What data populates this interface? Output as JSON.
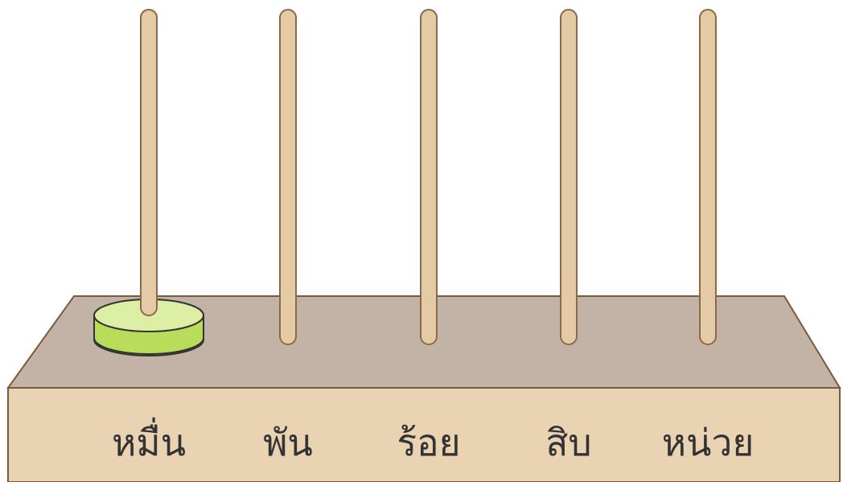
{
  "abacus": {
    "columns": [
      {
        "label": "หมื่น",
        "beads": 1
      },
      {
        "label": "พัน",
        "beads": 0
      },
      {
        "label": "ร้อย",
        "beads": 0
      },
      {
        "label": "สิบ",
        "beads": 0
      },
      {
        "label": "หน่วย",
        "beads": 0
      }
    ]
  },
  "colors": {
    "rod": "#e5cba5",
    "rod_stroke": "#8a6a4a",
    "base_top": "#c3b3a6",
    "base_front": "#e9d3b3",
    "base_outline": "#7a5a3a",
    "bead_side": "#b9dd5a",
    "bead_top": "#dcefa4",
    "bead_outline": "#333333"
  }
}
